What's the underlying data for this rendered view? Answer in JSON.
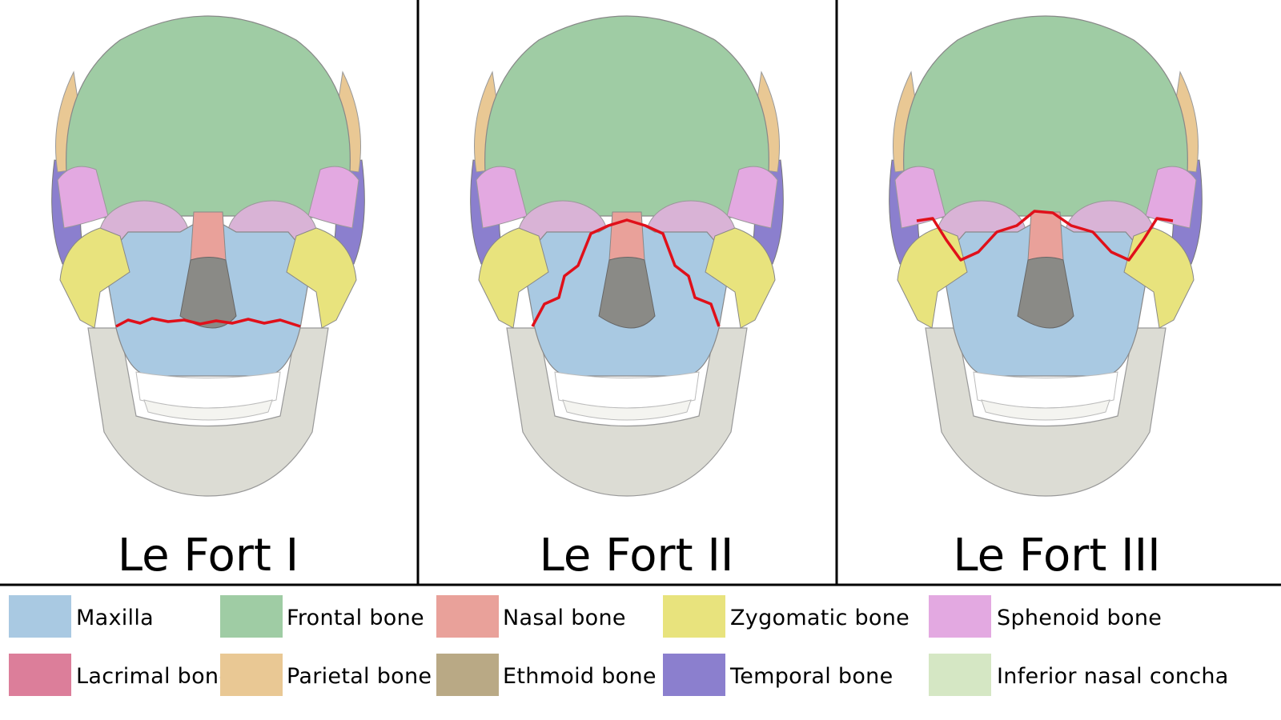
{
  "panels": [
    {
      "title": "Le Fort I"
    },
    {
      "title": "Le Fort II"
    },
    {
      "title": "Le Fort III"
    }
  ],
  "legend": [
    {
      "label": "Maxilla",
      "color": "#a9c9e2"
    },
    {
      "label": "Frontal bone",
      "color": "#9fcca4"
    },
    {
      "label": "Nasal bone",
      "color": "#e9a19a"
    },
    {
      "label": "Zygomatic bone",
      "color": "#e8e37d"
    },
    {
      "label": "Sphenoid bone",
      "color": "#e3a9e1"
    },
    {
      "label": "Lacrimal bone",
      "color": "#dc7e9a"
    },
    {
      "label": "Parietal bone",
      "color": "#e9c894"
    },
    {
      "label": "Ethmoid bone",
      "color": "#b9a985"
    },
    {
      "label": "Temporal bone",
      "color": "#8b7fce"
    },
    {
      "label": "Inferior nasal concha",
      "color": "#d5e7c4"
    }
  ],
  "colors": {
    "fracture_line": "#e0101a",
    "mandible": "#dcdcd4",
    "teeth": "#ffffff",
    "cavity": "#8a8a86"
  }
}
